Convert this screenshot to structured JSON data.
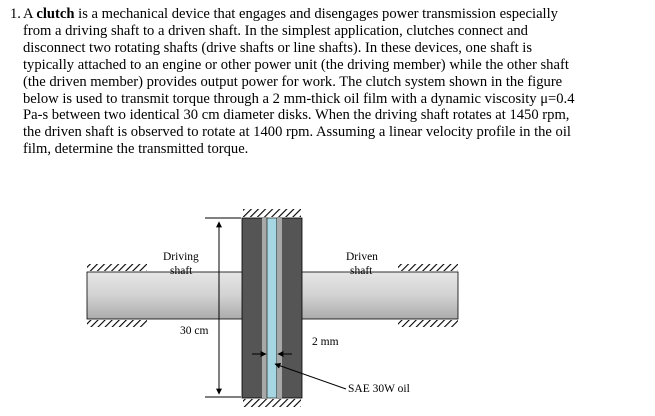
{
  "problem": {
    "number": "1.",
    "lines": [
      [
        "A ",
        "clutch",
        " is a mechanical device that engages and disengages power transmission especially"
      ],
      "from a driving shaft to a driven shaft. In the simplest application, clutches connect and",
      "disconnect two rotating shafts (drive shafts or line shafts). In these devices, one shaft is",
      "typically attached to an engine or other power unit (the driving member) while the other shaft",
      "(the driven member) provides output power for work. The clutch system shown in the figure",
      "below is used to transmit torque through a 2 mm-thick oil film with a dynamic viscosity μ=0.4",
      "Pa-s between two identical 30 cm diameter disks. When the driving shaft rotates at 1450 rpm,",
      "the driven shaft is observed to rotate at 1400 rpm. Assuming a linear velocity profile in the oil",
      "film, determine the transmitted torque."
    ]
  },
  "figure": {
    "driving_label": [
      "Driving",
      "shaft"
    ],
    "driven_label": [
      "Driven",
      "shaft"
    ],
    "diameter_label": "30 cm",
    "gap_label": "2 mm",
    "oil_label": "SAE 30W oil"
  }
}
